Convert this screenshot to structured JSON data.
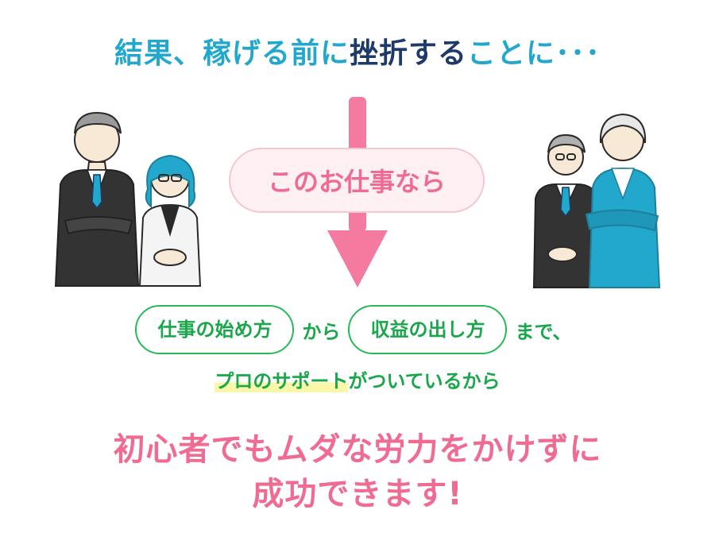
{
  "headline": {
    "part1": "結果、稼げる前に",
    "part2": "挫折する",
    "part3": "ことに･･･"
  },
  "middle": {
    "pill": "このお仕事なら"
  },
  "support": {
    "pill1": "仕事の始め方",
    "connector1": "から",
    "pill2": "収益の出し方",
    "connector2": "まで、",
    "line2_highlight": "プロのサポート",
    "line2_rest": "がついているから"
  },
  "conclusion": {
    "line1": "初心者でもムダな労力をかけずに",
    "line2": "成功できます!"
  },
  "colors": {
    "teal": "#22a8cc",
    "navy": "#1e3a68",
    "pink": "#f06b92",
    "green": "#1aa64a",
    "highlight": "#fbf7a8"
  },
  "icons": {
    "left_illustration": "businessman-and-businesswoman-illustration",
    "right_illustration": "businessman-and-businesswoman-illustration",
    "arrow": "down-arrow-icon"
  }
}
